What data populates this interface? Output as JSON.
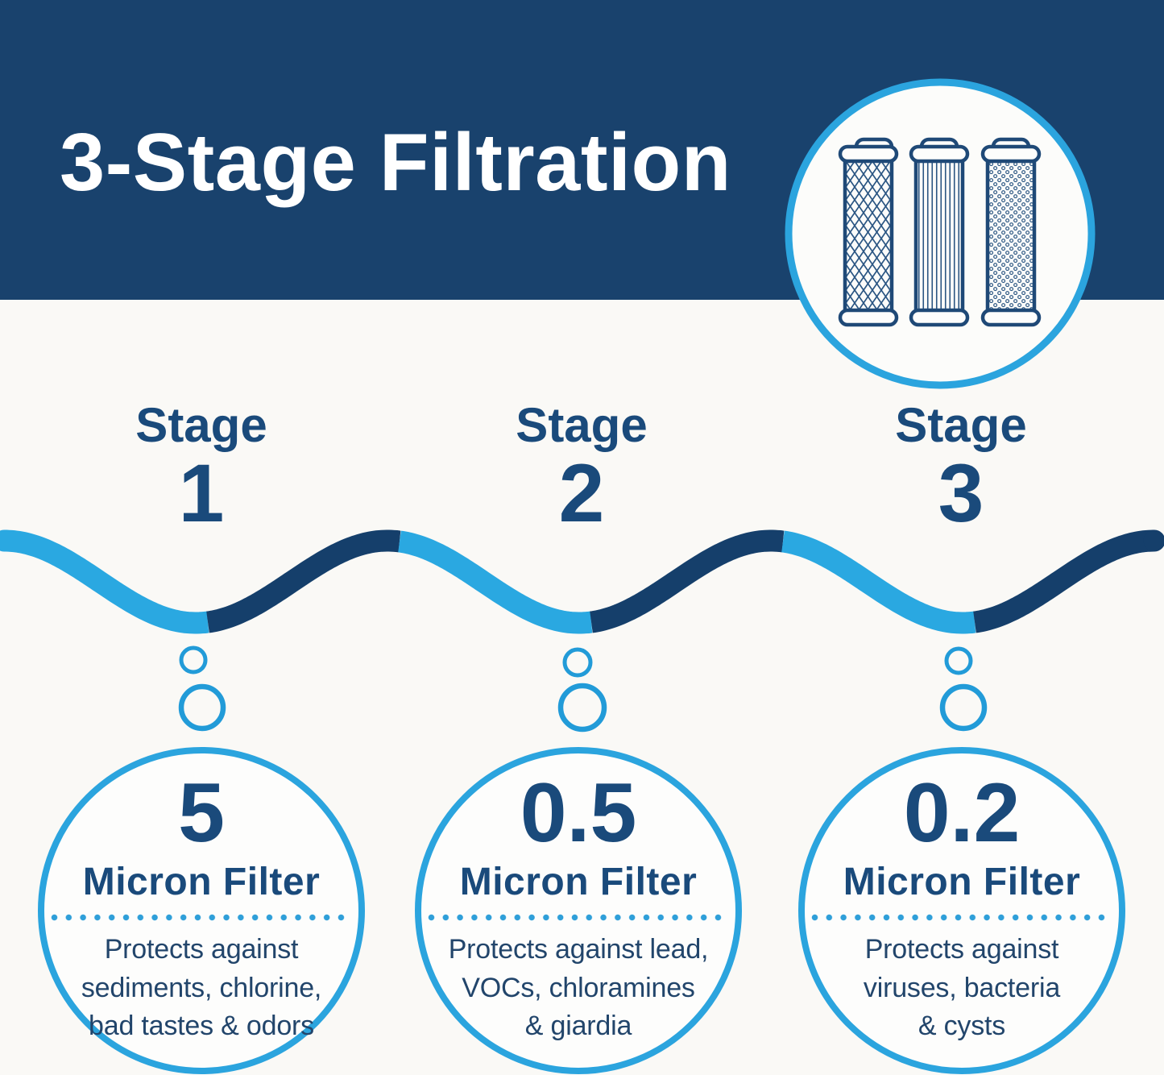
{
  "title": "3-Stage Filtration",
  "colors": {
    "banner_navy": "#19426d",
    "wave_navy": "#153f6b",
    "wave_light_blue": "#2aa8e1",
    "circle_border_blue": "#2ba4de",
    "bubble_blue": "#229bd8",
    "dot_blue": "#2f9fd9",
    "heading_navy": "#1a4a7b",
    "body_navy": "#22456b",
    "cartridge_outline_navy": "#1f4977",
    "background": "#faf9f6",
    "title_white": "#ffffff"
  },
  "hero_icon": {
    "name": "filter-cartridges-icon",
    "cartridges": [
      "mesh-carbon-cartridge",
      "pleated-cartridge",
      "granular-block-cartridge"
    ]
  },
  "stages": [
    {
      "label": "Stage",
      "number": "1",
      "micron": "5",
      "micron_label": "Micron Filter",
      "description_lines": [
        "Protects against",
        "sediments, chlorine,",
        "bad tastes & odors"
      ]
    },
    {
      "label": "Stage",
      "number": "2",
      "micron": "0.5",
      "micron_label": "Micron Filter",
      "description_lines": [
        "Protects against lead,",
        "VOCs, chloramines",
        "& giardia"
      ]
    },
    {
      "label": "Stage",
      "number": "3",
      "micron": "0.2",
      "micron_label": "Micron Filter",
      "description_lines": [
        "Protects against",
        "viruses, bacteria",
        "& cysts"
      ]
    }
  ]
}
